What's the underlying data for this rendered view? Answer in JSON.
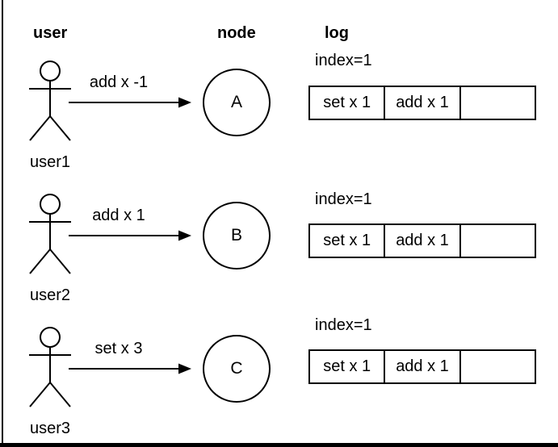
{
  "colors": {
    "stroke": "#000000",
    "background": "#ffffff",
    "text": "#000000"
  },
  "headers": {
    "user": "user",
    "node": "node",
    "log": "log"
  },
  "rows": [
    {
      "user_label": "user1",
      "message": "add x -1",
      "node_label": "A",
      "log_index": "index=1",
      "log_cells": [
        "set x 1",
        "add x 1",
        ""
      ]
    },
    {
      "user_label": "user2",
      "message": "add x 1",
      "node_label": "B",
      "log_index": "index=1",
      "log_cells": [
        "set x 1",
        "add x 1",
        ""
      ]
    },
    {
      "user_label": "user3",
      "message": "set x 3",
      "node_label": "C",
      "log_index": "index=1",
      "log_cells": [
        "set x 1",
        "add x 1",
        ""
      ]
    }
  ]
}
